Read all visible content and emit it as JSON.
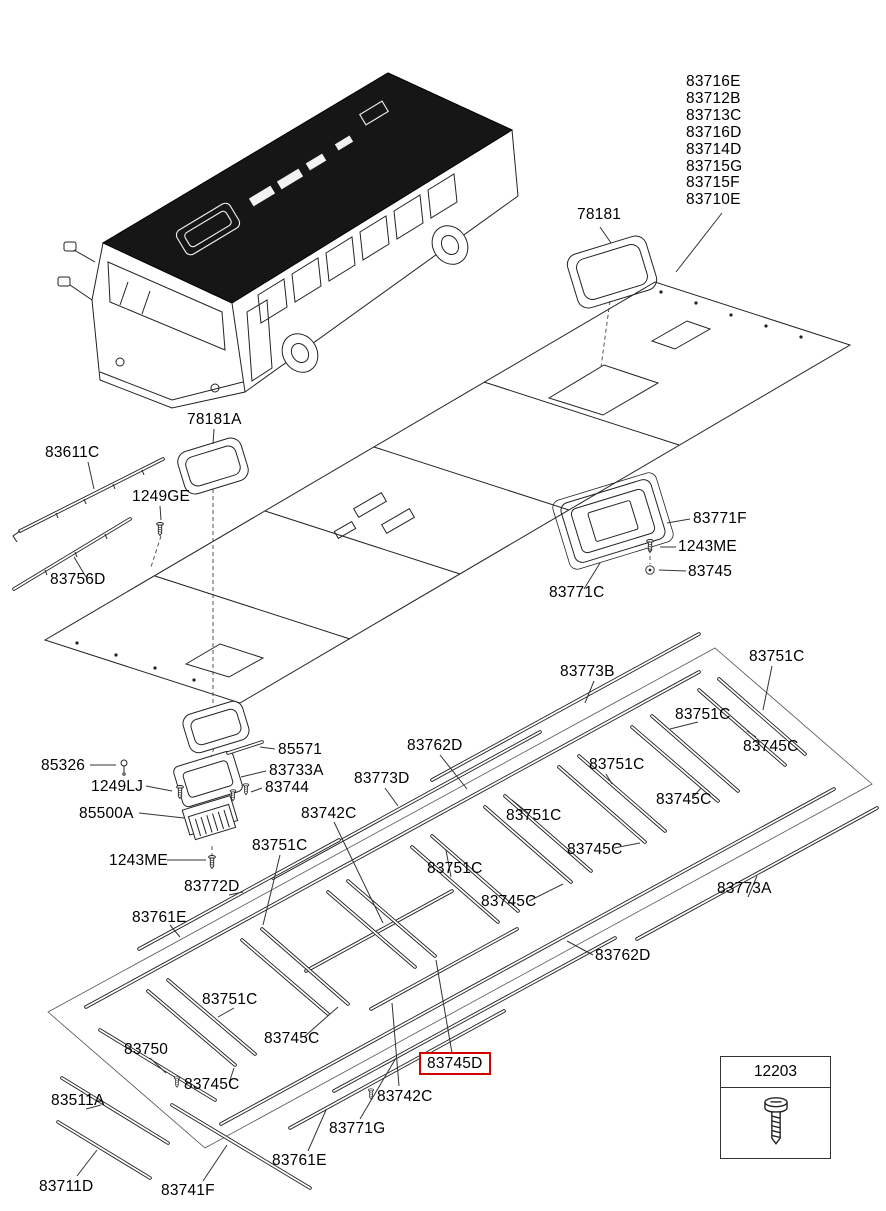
{
  "colors": {
    "line": "#222222",
    "highlight": "#d40000"
  },
  "part_column": [
    "83716E",
    "83712B",
    "83713C",
    "83716D",
    "83714D",
    "83715G",
    "83715F",
    "83710E"
  ],
  "callouts": [
    "78181",
    "78181A",
    "83611C",
    "1249GE",
    "83756D",
    "83771F",
    "1243ME",
    "83745",
    "83771C",
    "83751C",
    "83773B",
    "83751C",
    "83745C",
    "85571",
    "83762D",
    "83733A",
    "1249LJ",
    "83744",
    "83773D",
    "83751C",
    "85326",
    "85500A",
    "83742C",
    "83745C",
    "83751C",
    "83751C",
    "1243ME",
    "83745C",
    "83772D",
    "83751C",
    "83761E",
    "83745C",
    "83773A",
    "83762D",
    "83751C",
    "83745C",
    "83750",
    "83745C",
    "83742C",
    "83511A",
    "83771G",
    "83761E",
    "83711D",
    "83741F"
  ],
  "highlighted_part": "83745D",
  "fastener_box": {
    "part_number": "12203"
  }
}
